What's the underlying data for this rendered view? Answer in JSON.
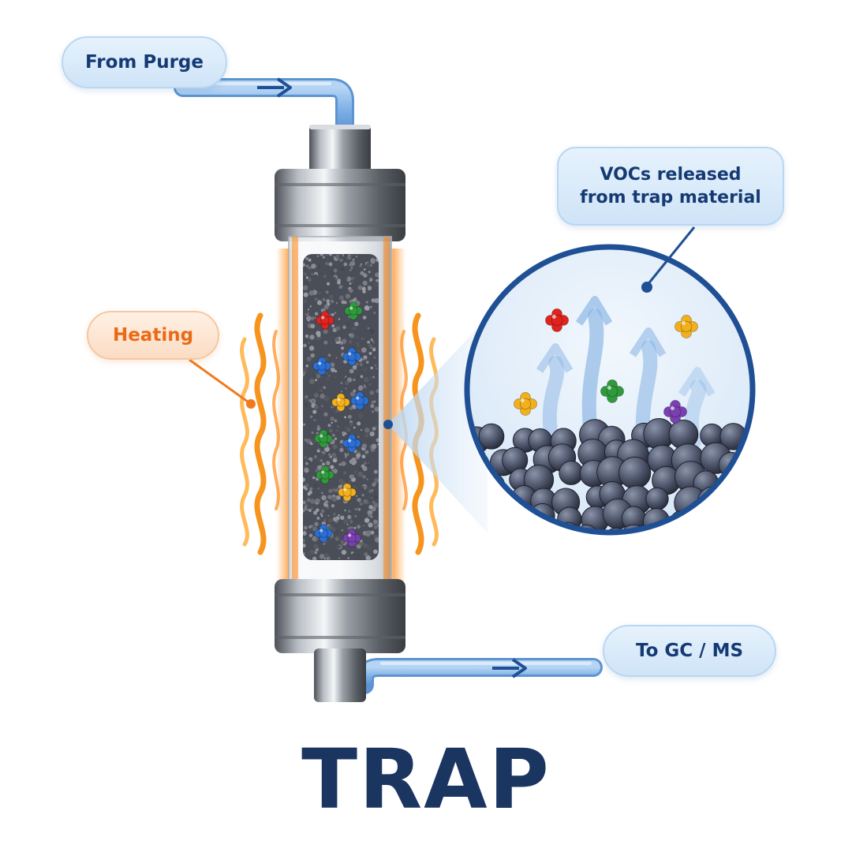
{
  "labels": {
    "from_purge": "From Purge",
    "heating": "Heating",
    "vocs_line1": "VOCs released",
    "vocs_line2": "from trap material",
    "to_gcms": "To GC / MS"
  },
  "title": "TRAP",
  "colors": {
    "navy": "#1b3561",
    "label_blue": "#153a73",
    "tube_blue": "#7fb1e6",
    "arrow_blue": "#1f4f94",
    "heat_orange": "#f7941d",
    "heat_text": "#ea6a15",
    "callout_ring": "#1f4f94",
    "sorbent_dark": "#3f4556"
  },
  "molecule_colors": [
    "#e0231f",
    "#2f9a3b",
    "#2a6fd6",
    "#f2b01c",
    "#7a3fb0"
  ],
  "icons": [
    "flow-arrow-icon",
    "heat-wave-icon",
    "molecule-icon",
    "rising-arrow-icon"
  ]
}
